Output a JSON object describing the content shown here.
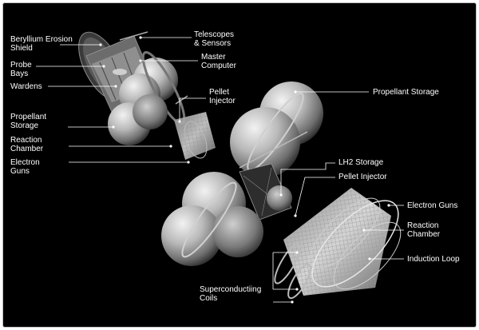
{
  "diagram": {
    "colors": {
      "background": "#000000",
      "label": "#ffffff",
      "leader": "#ffffff",
      "tank": "#d9d9d9"
    },
    "labels": {
      "beryllium_shield": [
        "Beryllium Erosion",
        "Shield"
      ],
      "probe_bays": [
        "Probe",
        "Bays"
      ],
      "wardens": [
        "Wardens"
      ],
      "propellant_storage_left": [
        "Propellant",
        "Storage"
      ],
      "reaction_chamber_left": [
        "Reaction",
        "Chamber"
      ],
      "electron_guns_left": [
        "Electron",
        "Guns"
      ],
      "telescopes_sensors": [
        "Telescopes",
        "& Sensors"
      ],
      "master_computer": [
        "Master",
        "Computer"
      ],
      "pellet_injector_top": [
        "Pellet",
        "Injector"
      ],
      "propellant_storage_right": [
        "Propellant Storage"
      ],
      "lh2_storage": [
        "LH2 Storage"
      ],
      "pellet_injector_right": [
        "Pellet Injector"
      ],
      "electron_guns_right": [
        "Electron Guns"
      ],
      "reaction_chamber_right": [
        "Reaction",
        "Chamber"
      ],
      "induction_loop": [
        "Induction Loop"
      ],
      "superconducting_coils": [
        "Superconductiing",
        "Coils"
      ]
    }
  }
}
